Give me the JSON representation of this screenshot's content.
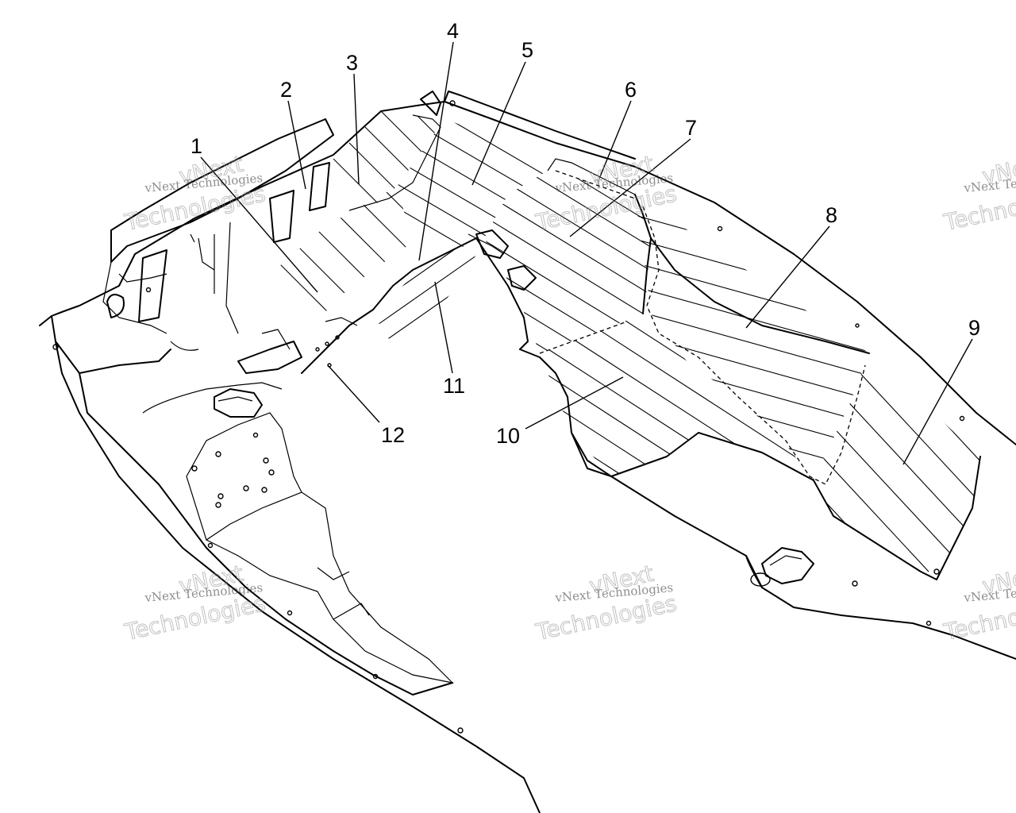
{
  "callouts": [
    {
      "id": "1",
      "label": "1"
    },
    {
      "id": "2",
      "label": "2"
    },
    {
      "id": "3",
      "label": "3"
    },
    {
      "id": "4",
      "label": "4"
    },
    {
      "id": "5",
      "label": "5"
    },
    {
      "id": "6",
      "label": "6"
    },
    {
      "id": "7",
      "label": "7"
    },
    {
      "id": "8",
      "label": "8"
    },
    {
      "id": "9",
      "label": "9"
    },
    {
      "id": "10",
      "label": "10"
    },
    {
      "id": "11",
      "label": "11"
    },
    {
      "id": "12",
      "label": "12"
    }
  ],
  "watermark": {
    "line1": "vNext Technologies",
    "line2_a": "vNext",
    "line2_b": "Technologies"
  }
}
